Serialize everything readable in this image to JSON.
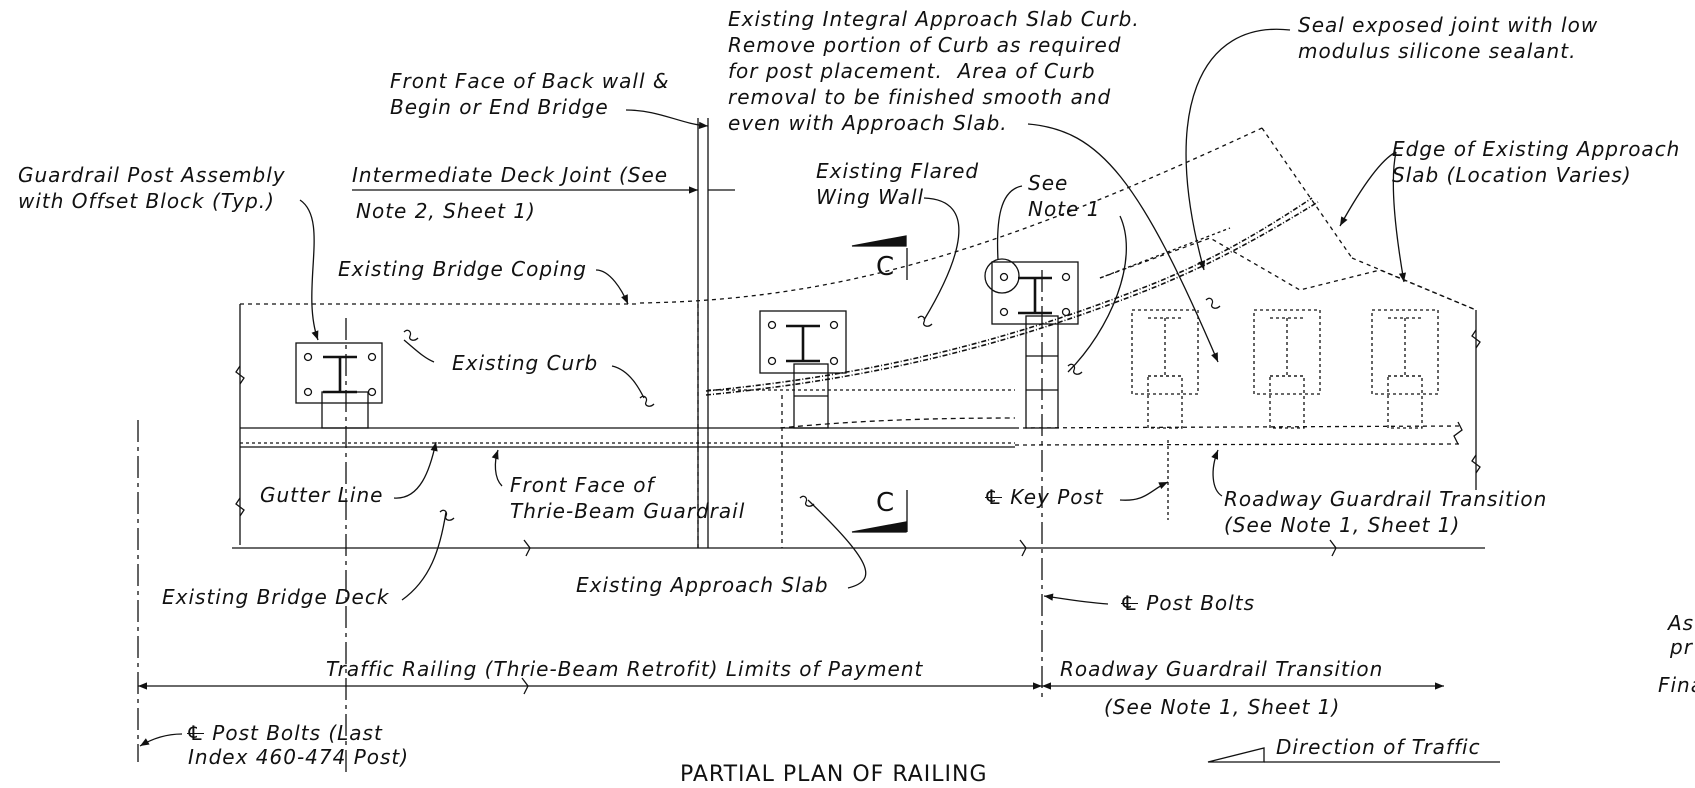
{
  "notes": {
    "integral_curb": "Existing Integral Approach Slab Curb.\nRemove portion of Curb as required\nfor post placement.  Area of Curb\nremoval to be finished smooth and\neven with Approach Slab.",
    "seal_joint": "Seal exposed joint with low\nmodulus silicone sealant.",
    "front_face_backwall": "Front Face of Back wall &\nBegin or End Bridge",
    "edge_approach_slab": "Edge of Existing Approach\nSlab (Location Varies)",
    "guardrail_post_assembly": "Guardrail Post Assembly\nwith Offset Block (Typ.)",
    "intermediate_joint_line1": "Intermediate Deck Joint (See",
    "intermediate_joint_line2": "Note 2, Sheet 1)",
    "flared_wing_wall": "Existing Flared\nWing Wall",
    "see_note_1": "See\nNote 1",
    "bridge_coping": "Existing Bridge Coping",
    "existing_curb": "Existing Curb",
    "gutter_line": "Gutter Line",
    "thrie_beam_face": "Front Face of\nThrie-Beam Guardrail",
    "key_post": "Key Post",
    "roadway_transition_note": "Roadway Guardrail Transition\n(See Note 1, Sheet 1)",
    "bridge_deck": "Existing Bridge Deck",
    "approach_slab": "Existing Approach Slab",
    "post_bolts": "Post Bolts",
    "limits_of_payment": "Traffic Railing (Thrie-Beam Retrofit) Limits of Payment",
    "transition_dim_line1": "Roadway Guardrail Transition",
    "transition_dim_line2": "(See Note 1, Sheet 1)",
    "last_post_line1": "Post Bolts (Last",
    "last_post_line2": "Index 460-474 Post)",
    "direction_of_traffic": "Direction of Traffic",
    "drawing_title": "PARTIAL PLAN OF RAILING",
    "section_marker": "C",
    "centerline_symbol": "℄",
    "edge_clip_line1": "As",
    "edge_clip_line2": "pr",
    "edge_clip_line3": "Fina"
  },
  "colors": {
    "ink": "#111111",
    "background": "#ffffff"
  }
}
